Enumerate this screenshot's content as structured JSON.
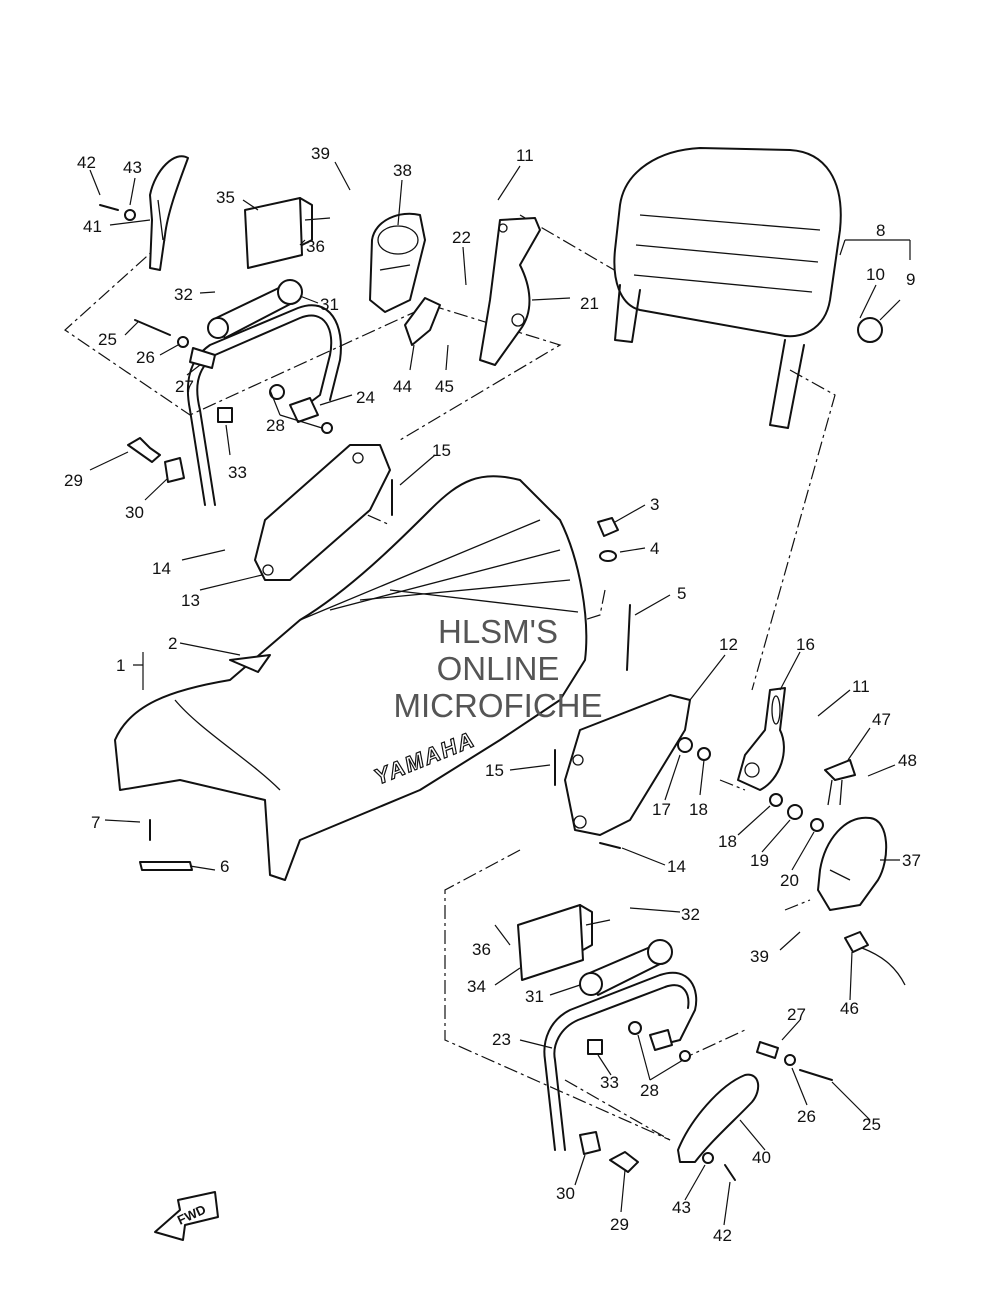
{
  "watermark": {
    "line1": "HLSM'S",
    "line2": "ONLINE",
    "line3": "MICROFICHE"
  },
  "seat_brand": "YAMAHA",
  "direction_arrow": "FWD",
  "callouts": [
    {
      "id": "c42a",
      "text": "42"
    },
    {
      "id": "c43a",
      "text": "43"
    },
    {
      "id": "c41",
      "text": "41"
    },
    {
      "id": "c35",
      "text": "35"
    },
    {
      "id": "c36a",
      "text": "36"
    },
    {
      "id": "c32a",
      "text": "32"
    },
    {
      "id": "c31a",
      "text": "31"
    },
    {
      "id": "c25a",
      "text": "25"
    },
    {
      "id": "c26a",
      "text": "26"
    },
    {
      "id": "c27a",
      "text": "27"
    },
    {
      "id": "c24",
      "text": "24"
    },
    {
      "id": "c28a",
      "text": "28"
    },
    {
      "id": "c33a",
      "text": "33"
    },
    {
      "id": "c29a",
      "text": "29"
    },
    {
      "id": "c30a",
      "text": "30"
    },
    {
      "id": "c39a",
      "text": "39"
    },
    {
      "id": "c38",
      "text": "38"
    },
    {
      "id": "c44",
      "text": "44"
    },
    {
      "id": "c45",
      "text": "45"
    },
    {
      "id": "c11a",
      "text": "11"
    },
    {
      "id": "c22",
      "text": "22"
    },
    {
      "id": "c21",
      "text": "21"
    },
    {
      "id": "c8",
      "text": "8"
    },
    {
      "id": "c10",
      "text": "10"
    },
    {
      "id": "c9",
      "text": "9"
    },
    {
      "id": "c15a",
      "text": "15"
    },
    {
      "id": "c14a",
      "text": "14"
    },
    {
      "id": "c13",
      "text": "13"
    },
    {
      "id": "c3",
      "text": "3"
    },
    {
      "id": "c4",
      "text": "4"
    },
    {
      "id": "c5",
      "text": "5"
    },
    {
      "id": "c12",
      "text": "12"
    },
    {
      "id": "c16",
      "text": "16"
    },
    {
      "id": "c11b",
      "text": "11"
    },
    {
      "id": "c47",
      "text": "47"
    },
    {
      "id": "c48",
      "text": "48"
    },
    {
      "id": "c2",
      "text": "2"
    },
    {
      "id": "c1",
      "text": "1"
    },
    {
      "id": "c15b",
      "text": "15"
    },
    {
      "id": "c17",
      "text": "17"
    },
    {
      "id": "c18a",
      "text": "18"
    },
    {
      "id": "c18b",
      "text": "18"
    },
    {
      "id": "c19",
      "text": "19"
    },
    {
      "id": "c20",
      "text": "20"
    },
    {
      "id": "c37",
      "text": "37"
    },
    {
      "id": "c7",
      "text": "7"
    },
    {
      "id": "c6",
      "text": "6"
    },
    {
      "id": "c14b",
      "text": "14"
    },
    {
      "id": "c32b",
      "text": "32"
    },
    {
      "id": "c36b",
      "text": "36"
    },
    {
      "id": "c39b",
      "text": "39"
    },
    {
      "id": "c34",
      "text": "34"
    },
    {
      "id": "c31b",
      "text": "31"
    },
    {
      "id": "c46",
      "text": "46"
    },
    {
      "id": "c27b",
      "text": "27"
    },
    {
      "id": "c23",
      "text": "23"
    },
    {
      "id": "c33b",
      "text": "33"
    },
    {
      "id": "c28b",
      "text": "28"
    },
    {
      "id": "c26b",
      "text": "26"
    },
    {
      "id": "c25b",
      "text": "25"
    },
    {
      "id": "c40",
      "text": "40"
    },
    {
      "id": "c30b",
      "text": "30"
    },
    {
      "id": "c29b",
      "text": "29"
    },
    {
      "id": "c43b",
      "text": "43"
    },
    {
      "id": "c42b",
      "text": "42"
    }
  ]
}
